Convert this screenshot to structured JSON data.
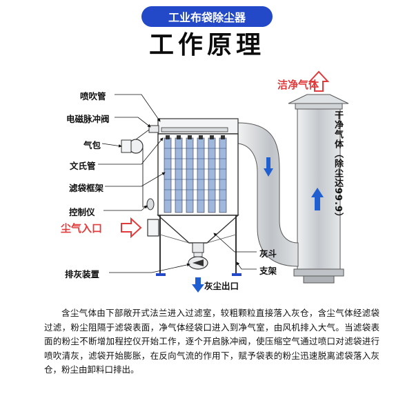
{
  "header": {
    "badge": "工业布袋除尘器",
    "title": "工作原理"
  },
  "labels": {
    "nozzle": "喷吹管",
    "pulse_valve": "电磁脉冲阀",
    "air_bag": "气包",
    "venturi": "文氏管",
    "filter_frame": "滤袋框架",
    "controller": "控制仪",
    "dust_inlet": "尘气入口",
    "discharge_device": "排灰装置",
    "dust_outlet": "灰尘出口",
    "ash_hopper": "灰斗",
    "support": "支架",
    "clean_gas": "洁净气体",
    "dry_clean_gas": "干净气体（除尘达99.9）"
  },
  "description": "含尘气体由下部敞开式法兰进入过滤室，较粗颗粒直接落入灰仓，含尘气体经滤袋过滤，粉尘阻隔于滤袋表面，净气体经袋口进入到净气室，由风机排入大气。当滤袋表面的粉尘不断增加程控仪开始工作，逐个开启脉冲阀，使压缩空气通过喷口对滤袋进行喷吹清灰，滤袋开始膨胀，在反向气流的作用下，赋予袋表的粉尘迅速脱离滤袋落入灰仓，粉尘由卸料口排出。",
  "colors": {
    "badge_bg": "#2349c8",
    "accent_red": "#e23a3a",
    "arrow_blue": "#1f5fd0",
    "duct_grey": "#c9ccd0"
  }
}
